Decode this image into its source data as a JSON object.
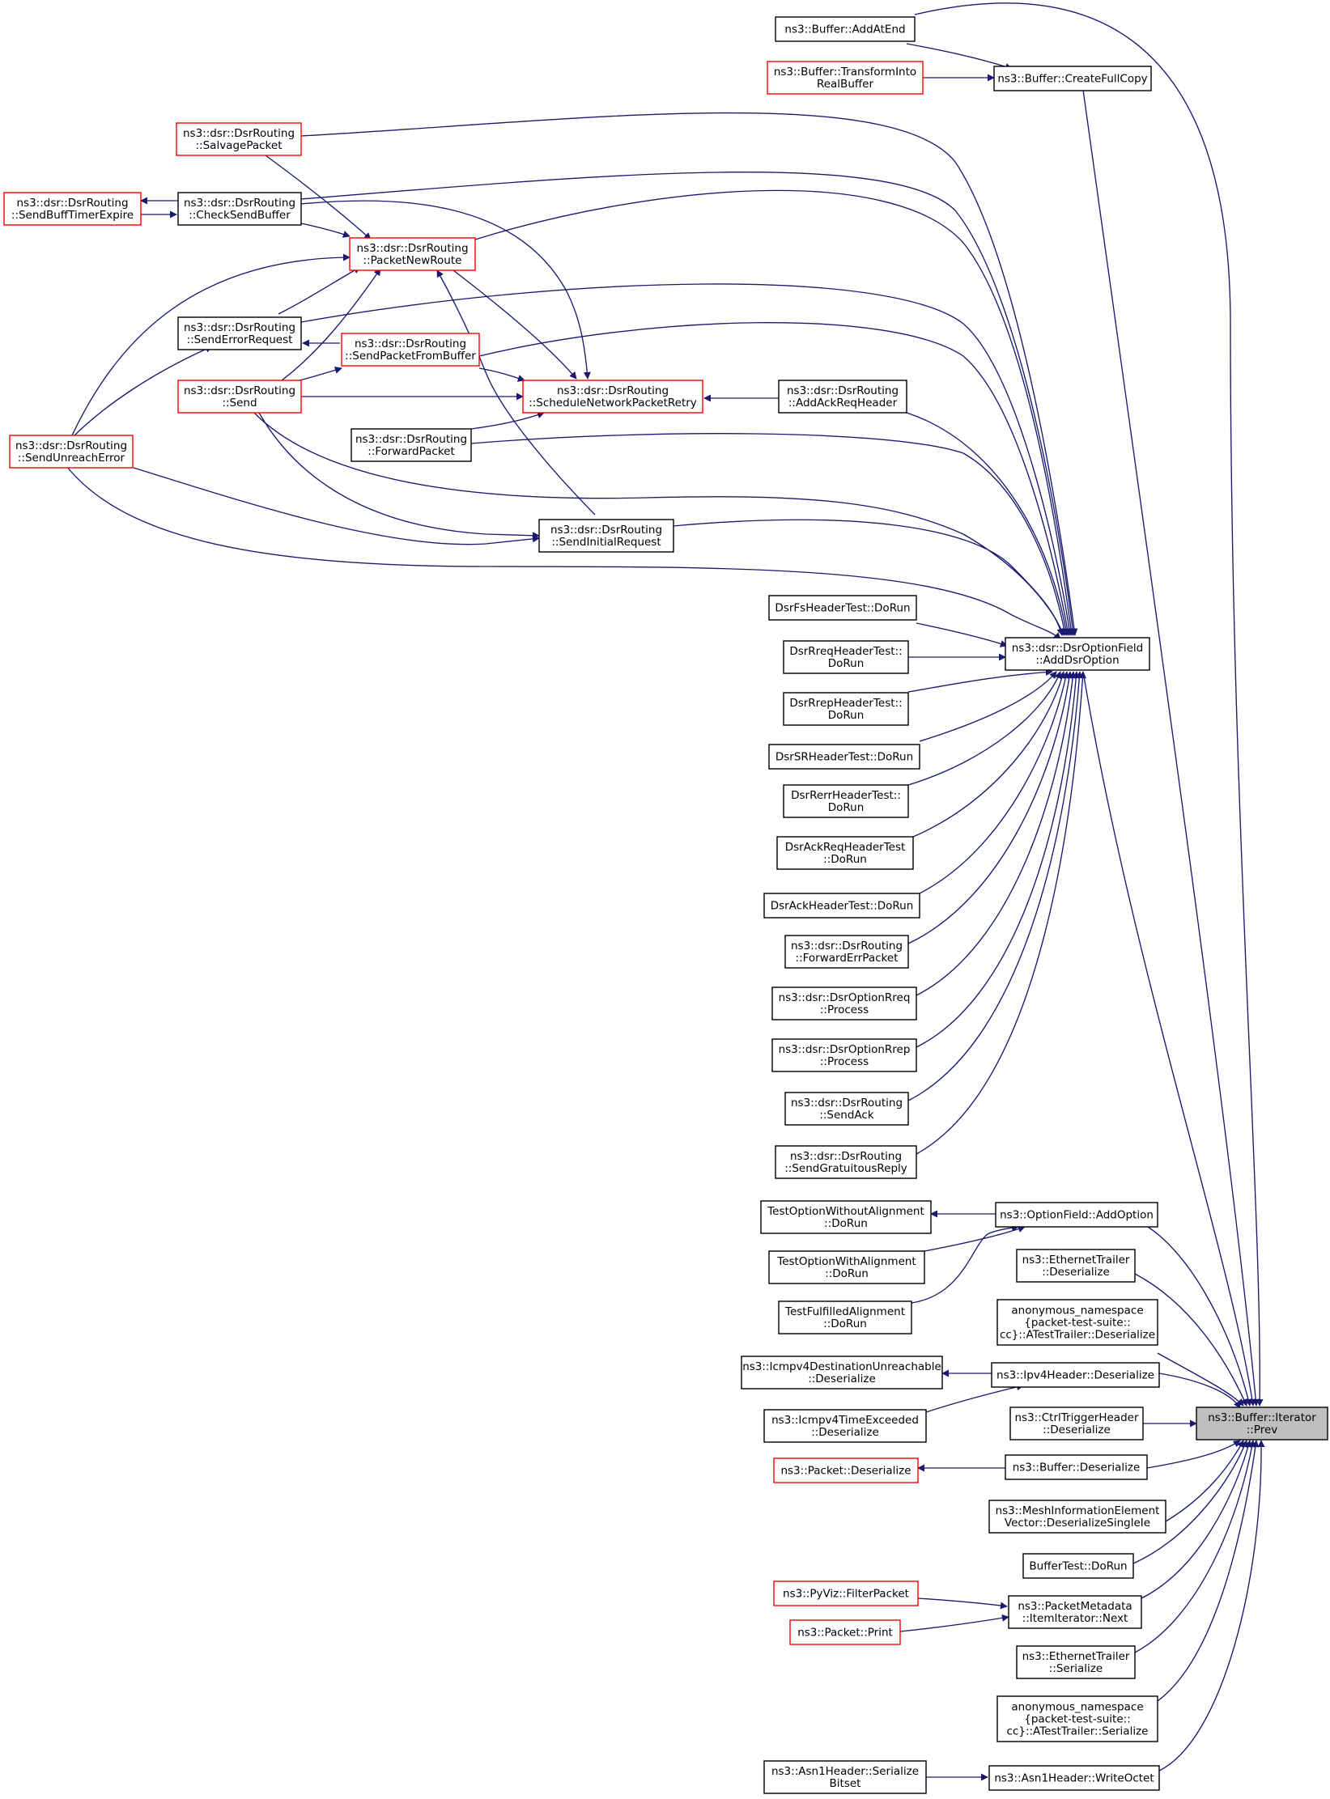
{
  "graph": {
    "colors": {
      "edge": "#191970",
      "black_border": "#000000",
      "red_border": "#ff0000",
      "focus_fill": "#bfbfbf"
    },
    "nodes": [
      {
        "id": "n0",
        "lines": [
          "ns3::Buffer::Iterator",
          "::Prev"
        ],
        "style": "focus"
      },
      {
        "id": "n1",
        "lines": [
          "ns3::Buffer::AddAtEnd"
        ],
        "style": "black"
      },
      {
        "id": "n2",
        "lines": [
          "ns3::Buffer::CreateFullCopy"
        ],
        "style": "black"
      },
      {
        "id": "n3",
        "lines": [
          "ns3::Buffer::TransformInto",
          "RealBuffer"
        ],
        "style": "red"
      },
      {
        "id": "n4",
        "lines": [
          "ns3::dsr::DsrRouting",
          "::SalvagePacket"
        ],
        "style": "red"
      },
      {
        "id": "n5",
        "lines": [
          "ns3::dsr::DsrRouting",
          "::SendBuffTimerExpire"
        ],
        "style": "red"
      },
      {
        "id": "n6",
        "lines": [
          "ns3::dsr::DsrRouting",
          "::CheckSendBuffer"
        ],
        "style": "black"
      },
      {
        "id": "n7",
        "lines": [
          "ns3::dsr::DsrRouting",
          "::PacketNewRoute"
        ],
        "style": "red"
      },
      {
        "id": "n8",
        "lines": [
          "ns3::dsr::DsrRouting",
          "::SendErrorRequest"
        ],
        "style": "black"
      },
      {
        "id": "n9",
        "lines": [
          "ns3::dsr::DsrRouting",
          "::SendPacketFromBuffer"
        ],
        "style": "red"
      },
      {
        "id": "n10",
        "lines": [
          "ns3::dsr::DsrRouting",
          "::Send"
        ],
        "style": "red"
      },
      {
        "id": "n11",
        "lines": [
          "ns3::dsr::DsrRouting",
          "::ScheduleNetworkPacketRetry"
        ],
        "style": "red"
      },
      {
        "id": "n12",
        "lines": [
          "ns3::dsr::DsrRouting",
          "::AddAckReqHeader"
        ],
        "style": "black"
      },
      {
        "id": "n13",
        "lines": [
          "ns3::dsr::DsrRouting",
          "::SendUnreachError"
        ],
        "style": "red"
      },
      {
        "id": "n14",
        "lines": [
          "ns3::dsr::DsrRouting",
          "::ForwardPacket"
        ],
        "style": "black"
      },
      {
        "id": "n15",
        "lines": [
          "ns3::dsr::DsrRouting",
          "::SendInitialRequest"
        ],
        "style": "black"
      },
      {
        "id": "n16",
        "lines": [
          "DsrFsHeaderTest::DoRun"
        ],
        "style": "black"
      },
      {
        "id": "n17",
        "lines": [
          "ns3::dsr::DsrOptionField",
          "::AddDsrOption"
        ],
        "style": "black"
      },
      {
        "id": "n18",
        "lines": [
          "DsrRreqHeaderTest::",
          "DoRun"
        ],
        "style": "black"
      },
      {
        "id": "n19",
        "lines": [
          "DsrRrepHeaderTest::",
          "DoRun"
        ],
        "style": "black"
      },
      {
        "id": "n20",
        "lines": [
          "DsrSRHeaderTest::DoRun"
        ],
        "style": "black"
      },
      {
        "id": "n21",
        "lines": [
          "DsrRerrHeaderTest::",
          "DoRun"
        ],
        "style": "black"
      },
      {
        "id": "n22",
        "lines": [
          "DsrAckReqHeaderTest",
          "::DoRun"
        ],
        "style": "black"
      },
      {
        "id": "n23",
        "lines": [
          "DsrAckHeaderTest::DoRun"
        ],
        "style": "black"
      },
      {
        "id": "n24",
        "lines": [
          "ns3::dsr::DsrRouting",
          "::ForwardErrPacket"
        ],
        "style": "black"
      },
      {
        "id": "n25",
        "lines": [
          "ns3::dsr::DsrOptionRreq",
          "::Process"
        ],
        "style": "black"
      },
      {
        "id": "n26",
        "lines": [
          "ns3::dsr::DsrOptionRrep",
          "::Process"
        ],
        "style": "black"
      },
      {
        "id": "n27",
        "lines": [
          "ns3::dsr::DsrRouting",
          "::SendAck"
        ],
        "style": "black"
      },
      {
        "id": "n28",
        "lines": [
          "ns3::dsr::DsrRouting",
          "::SendGratuitousReply"
        ],
        "style": "black"
      },
      {
        "id": "n29",
        "lines": [
          "TestOptionWithoutAlignment",
          "::DoRun"
        ],
        "style": "black"
      },
      {
        "id": "n30",
        "lines": [
          "ns3::OptionField::AddOption"
        ],
        "style": "black"
      },
      {
        "id": "n31",
        "lines": [
          "TestOptionWithAlignment",
          "::DoRun"
        ],
        "style": "black"
      },
      {
        "id": "n32",
        "lines": [
          "ns3::EthernetTrailer",
          "::Deserialize"
        ],
        "style": "black"
      },
      {
        "id": "n33",
        "lines": [
          "TestFulfilledAlignment",
          "::DoRun"
        ],
        "style": "black"
      },
      {
        "id": "n34",
        "lines": [
          "anonymous_namespace",
          "{packet-test-suite::",
          "cc}::ATestTrailer::Deserialize"
        ],
        "style": "black"
      },
      {
        "id": "n35",
        "lines": [
          "ns3::Icmpv4DestinationUnreachable",
          "::Deserialize"
        ],
        "style": "black"
      },
      {
        "id": "n36",
        "lines": [
          "ns3::Ipv4Header::Deserialize"
        ],
        "style": "black"
      },
      {
        "id": "n37",
        "lines": [
          "ns3::Icmpv4TimeExceeded",
          "::Deserialize"
        ],
        "style": "black"
      },
      {
        "id": "n38",
        "lines": [
          "ns3::CtrlTriggerHeader",
          "::Deserialize"
        ],
        "style": "black"
      },
      {
        "id": "n39",
        "lines": [
          "ns3::Packet::Deserialize"
        ],
        "style": "red"
      },
      {
        "id": "n40",
        "lines": [
          "ns3::Buffer::Deserialize"
        ],
        "style": "black"
      },
      {
        "id": "n41",
        "lines": [
          "ns3::MeshInformationElement",
          "Vector::DeserializeSingleIe"
        ],
        "style": "black"
      },
      {
        "id": "n42",
        "lines": [
          "BufferTest::DoRun"
        ],
        "style": "black"
      },
      {
        "id": "n43",
        "lines": [
          "ns3::PyViz::FilterPacket"
        ],
        "style": "red"
      },
      {
        "id": "n44",
        "lines": [
          "ns3::PacketMetadata",
          "::ItemIterator::Next"
        ],
        "style": "black"
      },
      {
        "id": "n45",
        "lines": [
          "ns3::Packet::Print"
        ],
        "style": "red"
      },
      {
        "id": "n46",
        "lines": [
          "ns3::EthernetTrailer",
          "::Serialize"
        ],
        "style": "black"
      },
      {
        "id": "n47",
        "lines": [
          "anonymous_namespace",
          "{packet-test-suite::",
          "cc}::ATestTrailer::Serialize"
        ],
        "style": "black"
      },
      {
        "id": "n48",
        "lines": [
          "ns3::Asn1Header::Serialize",
          "Bitset"
        ],
        "style": "black"
      },
      {
        "id": "n49",
        "lines": [
          "ns3::Asn1Header::WriteOctet"
        ],
        "style": "black"
      }
    ]
  }
}
